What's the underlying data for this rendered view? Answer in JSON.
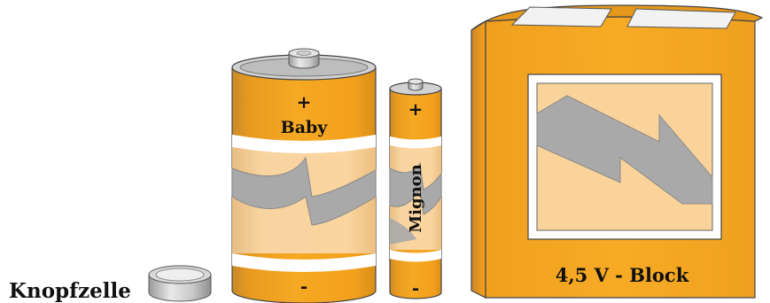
{
  "labels": {
    "button_cell": "Knopfzelle",
    "baby_plus": "+",
    "baby_name": "Baby",
    "baby_minus": "-",
    "mignon_plus": "+",
    "mignon_name": "Mignon",
    "mignon_minus": "-",
    "block_name": "4,5 V - Block"
  },
  "colors": {
    "orange": "#F4A21E",
    "orange_dark": "#E08E10",
    "light_orange": "#FAD39A",
    "gray": "#A8A8A8",
    "gray_dark": "#7A7A7A",
    "white": "#FFFFFF",
    "outline": "#333333"
  }
}
